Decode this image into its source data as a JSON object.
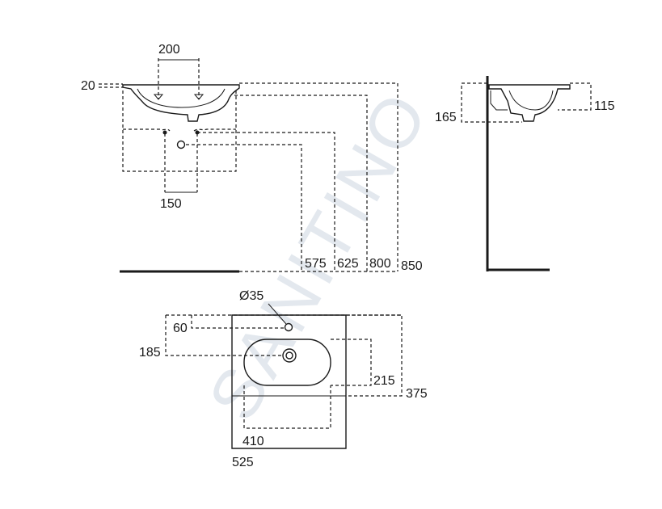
{
  "watermark": "SANITINO",
  "front_view": {
    "dim_rim_height": "20",
    "dim_tap_spacing": "200",
    "dim_fixing_spacing": "150",
    "dim_waste_height": "575",
    "dim_fixing_height": "625",
    "dim_underside_height": "800",
    "dim_rim_top_height": "850"
  },
  "side_view": {
    "dim_left_depth": "165",
    "dim_right_depth": "115"
  },
  "plan_view": {
    "dim_tap_hole": "Ø35",
    "dim_tap_offset": "60",
    "dim_bowl_centre": "185",
    "dim_bowl_depth": "215",
    "dim_overall_depth": "375",
    "dim_bowl_width": "410",
    "dim_overall_width": "525"
  }
}
